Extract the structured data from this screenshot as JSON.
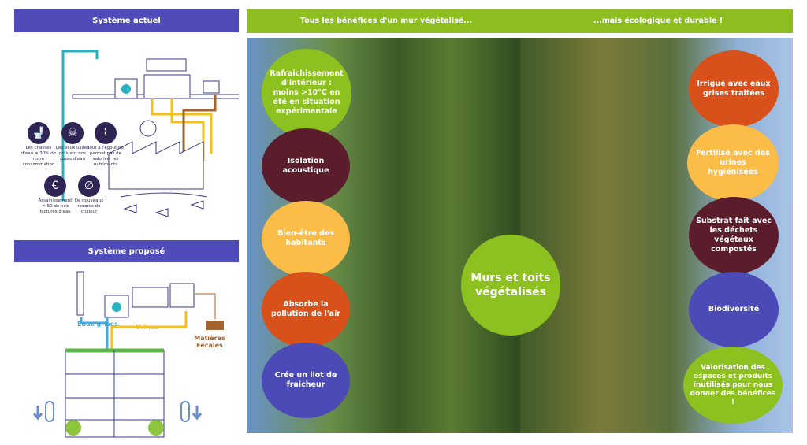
{
  "left": {
    "current_title": "Système actuel",
    "proposed_title": "Système proposé",
    "current_icons": [
      {
        "icon": "toilet-icon",
        "caption": "Les chasses d'eau = 30% de notre consommation"
      },
      {
        "icon": "skull-icon",
        "caption": "Les eaux usées polluent nos cours d'eau"
      },
      {
        "icon": "pipe-icon",
        "caption": "Tout à l'égout ne permet pas de valoriser les nutriments"
      },
      {
        "icon": "euro-icon",
        "caption": "Assainissement = 50 de nos factures d'eau"
      },
      {
        "icon": "empty-set-icon",
        "caption": "De nouveaux records de chaleur"
      }
    ],
    "proposed_labels": {
      "grey_water": "Eaux grises",
      "urine": "Urines",
      "feces": "Matières Fécales"
    }
  },
  "right": {
    "header_left": "Tous les bénéfices d'un mur végétalisé...",
    "header_right": "...mais écologique et durable !",
    "center": "Murs et toits végétalisés",
    "benefits": [
      "Rafraichissement d'intérieur : moins >10°C en été en situation expérimentale",
      "Isolation acoustique",
      "Bien-être des habitants",
      "Absorbe la pollution de l'air",
      "Crée un ilot de fraicheur"
    ],
    "ecology": [
      "Irrigué avec eaux grises traitées",
      "Fertilisé avec des urines hygiénisées",
      "Substrat fait avec les déchets végétaux compostés",
      "Biodiversité",
      "Valorisation des espaces et produits inutilisés pour nous donner des bénéfices !"
    ]
  },
  "colors": {
    "purple": "#4f4cb9",
    "green": "#8dbd1e",
    "maroon": "#5b1d2c",
    "yellow": "#fbbd48",
    "orange": "#d8501a"
  }
}
